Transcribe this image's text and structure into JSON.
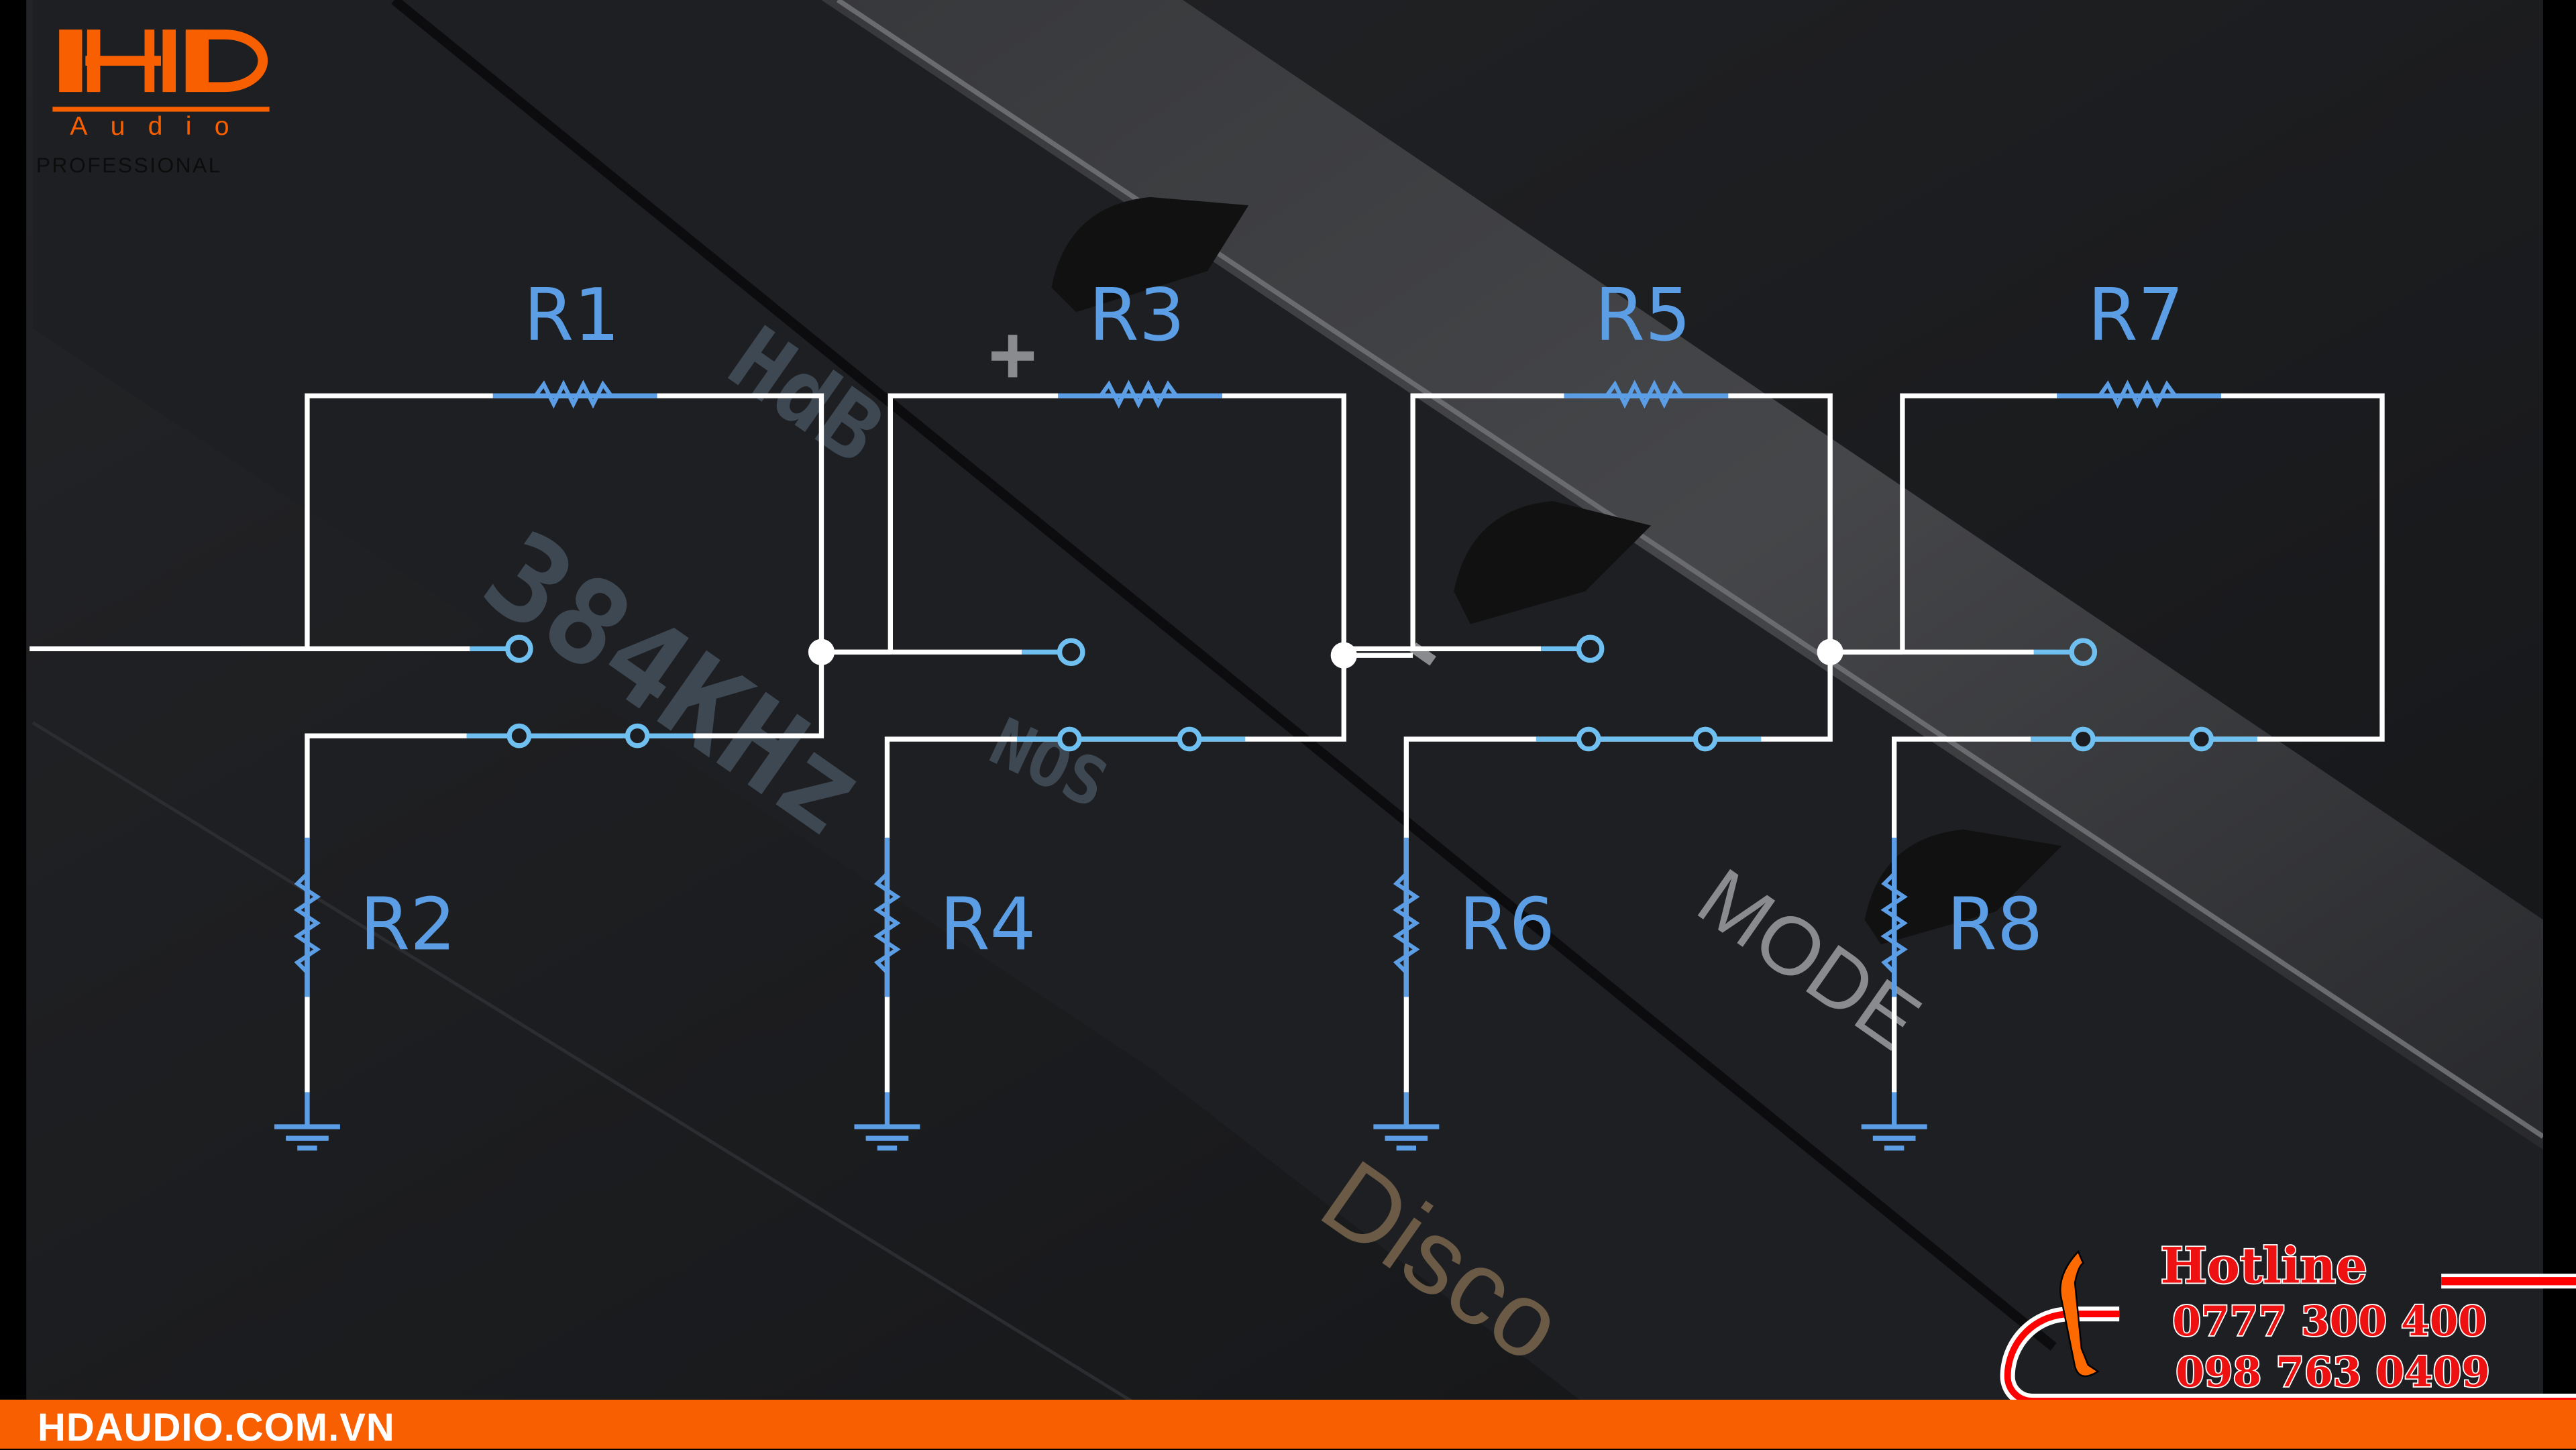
{
  "logo": {
    "brand": "HD",
    "sub": "Audio",
    "tagline": "PROFESSIONAL",
    "color": "#f85f00"
  },
  "background_labels": {
    "mode": "MODE",
    "disco": "Disco",
    "freq": "384KHz",
    "hdb": "HdB",
    "nos": "NOS",
    "plus": "+",
    "minus": "-"
  },
  "circuit": {
    "wire_color": "#ffffff",
    "component_color": "#5b9ee6",
    "contact_color": "#6fc0f0",
    "stages": [
      {
        "series": "R1",
        "shunt": "R2"
      },
      {
        "series": "R3",
        "shunt": "R4"
      },
      {
        "series": "R5",
        "shunt": "R6"
      },
      {
        "series": "R7",
        "shunt": "R8"
      }
    ]
  },
  "hotline": {
    "title": "Hotline",
    "phones": [
      "0777 300 400",
      "098 763 0409"
    ],
    "color": "#ee1111"
  },
  "footer": {
    "website": "HDAUDIO.COM.VN"
  }
}
